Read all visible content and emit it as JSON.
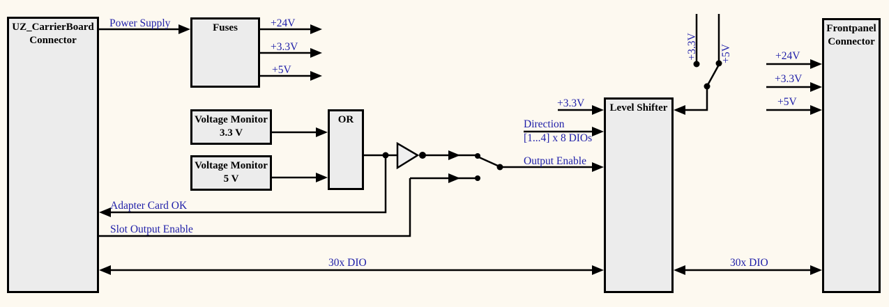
{
  "diagram_type": "hardware-block-diagram",
  "colors": {
    "background": "#FDF9F0",
    "block_fill": "#ECECEC",
    "line": "#000000",
    "signal_label": "#1E1EA8"
  },
  "blocks": {
    "uz": {
      "line1": "UZ_CarrierBoard",
      "line2": "Connector"
    },
    "fuses": {
      "label": "Fuses"
    },
    "vm33": {
      "line1": "Voltage Monitor",
      "line2": "3.3 V"
    },
    "vm5": {
      "line1": "Voltage Monitor",
      "line2": "5 V"
    },
    "or_gate": {
      "label": "OR"
    },
    "level_shifter": {
      "label": "Level Shifter"
    },
    "frontpanel": {
      "line1": "Frontpanel",
      "line2": "Connector"
    }
  },
  "signals": {
    "power_supply": "Power Supply",
    "fuses_out_24v": "+24V",
    "fuses_out_3v3": "+3.3V",
    "fuses_out_5v": "+5V",
    "ls_supply_3v3": "+3.3V",
    "direction_line1": "Direction",
    "direction_line2": "[1...4] x 8 DIOs",
    "output_enable": "Output Enable",
    "adapter_card_ok": "Adapter Card OK",
    "slot_output_enable": "Slot Output Enable",
    "dio_left": "30x DIO",
    "dio_right": "30x DIO",
    "switch_3v3": "+3.3V",
    "switch_5v": "+5V",
    "fp_24v": "+24V",
    "fp_3v3": "+3.3V",
    "fp_5v": "+5V"
  }
}
